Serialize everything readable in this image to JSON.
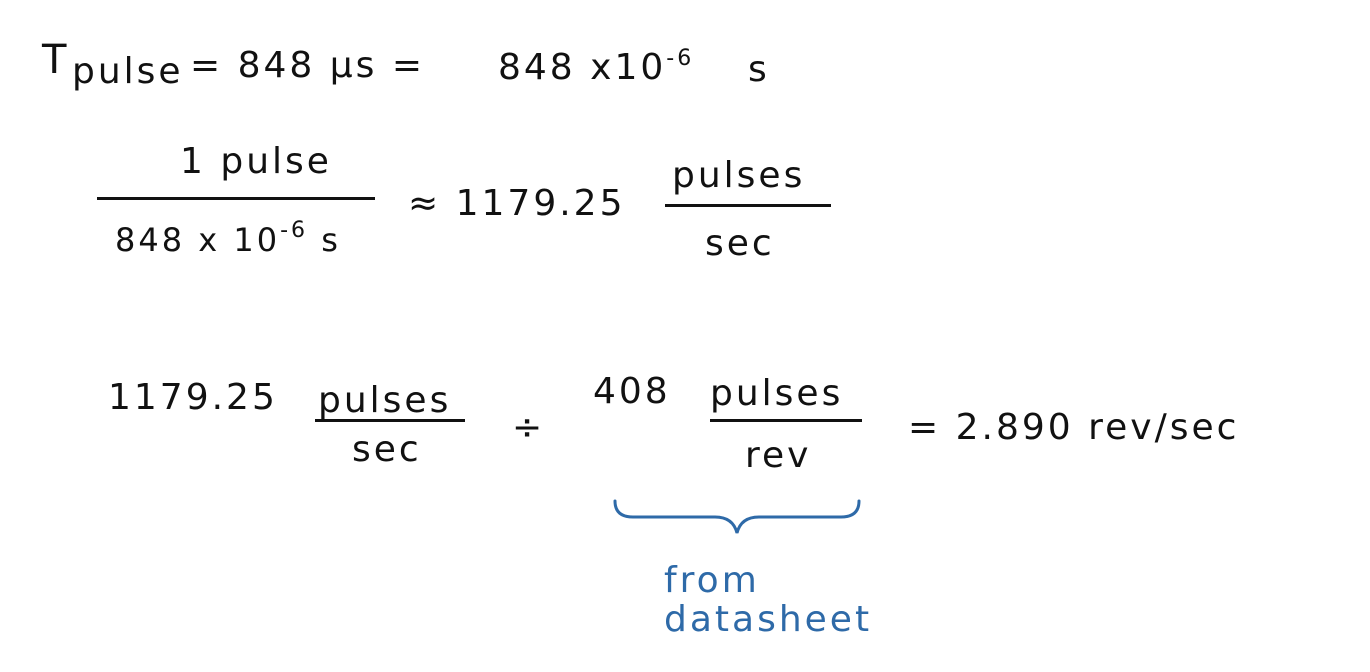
{
  "line1": {
    "symbol": "T",
    "subscript": "pulse",
    "eq1": "= 848 μs =",
    "value": "848 x10",
    "exponent": "-6",
    "unit": "s"
  },
  "line2": {
    "numerator": "1 pulse",
    "denominator": "848 x 10",
    "denominator_exponent": "-6",
    "denominator_unit": "s",
    "approx": "≈ 1179.25",
    "result_numerator": "pulses",
    "result_denominator": "sec"
  },
  "line3": {
    "value1": "1179.25",
    "frac1_num": "pulses",
    "frac1_den": "sec",
    "divide": "÷",
    "value2": "408",
    "frac2_num": "pulses",
    "frac2_den": "rev",
    "result": "= 2.890 rev/sec"
  },
  "annotation": {
    "line1": "from",
    "line2": "datasheet",
    "color": "#2e6aa8"
  }
}
